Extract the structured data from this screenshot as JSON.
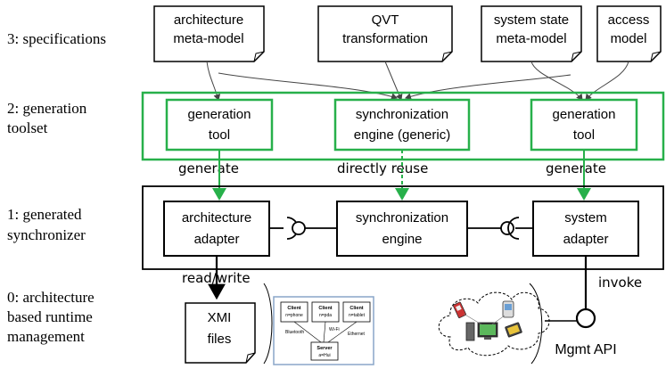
{
  "layers": {
    "l3": {
      "line1": "3: specifications",
      "line2": ""
    },
    "l2": {
      "line1": "2: generation",
      "line2": "toolset"
    },
    "l1": {
      "line1": "1: generated",
      "line2": "synchronizer"
    },
    "l0": {
      "line1": "0: architecture",
      "line2": "based runtime",
      "line3": "management"
    }
  },
  "specs": {
    "arch_meta": {
      "line1": "architecture",
      "line2": "meta-model"
    },
    "qvt": {
      "line1": "QVT",
      "line2": "transformation"
    },
    "sys_meta": {
      "line1": "system state",
      "line2": "meta-model"
    },
    "access": {
      "line1": "access",
      "line2": "model"
    }
  },
  "toolset": {
    "gen_tool_left": {
      "line1": "generation",
      "line2": "tool"
    },
    "sync_engine_generic": {
      "line1": "synchronization",
      "line2": "engine (generic)"
    },
    "gen_tool_right": {
      "line1": "generation",
      "line2": "tool"
    }
  },
  "edges": {
    "generate_left": "generate",
    "directly_reuse": "directly reuse",
    "generate_right": "generate",
    "read_write": "read/write",
    "invoke": "invoke"
  },
  "synchronizer": {
    "arch_adapter": {
      "line1": "architecture",
      "line2": "adapter"
    },
    "sync_engine": {
      "line1": "synchronization",
      "line2": "engine"
    },
    "sys_adapter": {
      "line1": "system",
      "line2": "adapter"
    }
  },
  "runtime": {
    "xmi": {
      "line1": "XMI",
      "line2": "files"
    },
    "mgmt_api": "Mgmt API",
    "model_preview": {
      "client1": {
        "title": "Client",
        "sub": "n=phone"
      },
      "client2": {
        "title": "Client",
        "sub": "n=pda"
      },
      "client3": {
        "title": "Client",
        "sub": "n=tablet"
      },
      "link_bluetooth": "Bluetooth",
      "link_wifi": "Wi-Fi",
      "link_ethernet": "Ethernet",
      "server": {
        "title": "Server",
        "sub": "a=Hui"
      }
    }
  },
  "colors": {
    "green": "#27b04a",
    "black": "#000000",
    "preview_border": "#8aa6c8"
  }
}
